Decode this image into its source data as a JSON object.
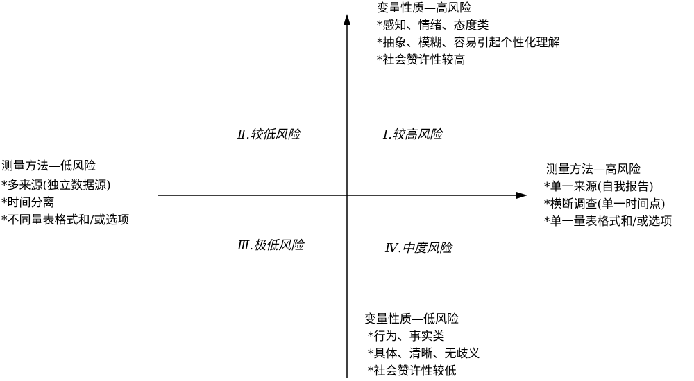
{
  "top": {
    "title": "变量性质—高风险",
    "items": [
      "*感知、情绪、态度类",
      "*抽象、模糊、容易引起个性化理解",
      "*社会赞许性较高"
    ]
  },
  "bottom": {
    "title": "变量性质—低风险",
    "items": [
      "*行为、事实类",
      "*具体、清晰、无歧义",
      "*社会赞许性较低"
    ]
  },
  "left": {
    "title": "测量方法—低风险",
    "items": [
      "*多来源(独立数据源)",
      "*时间分离",
      "*不同量表格式和/或选项"
    ]
  },
  "right": {
    "title": "测量方法—高风险",
    "items": [
      "*单一来源(自我报告)",
      "*横断调查(单一时间点)",
      "*单一量表格式和/或选项"
    ]
  },
  "quadrants": {
    "q1": "Ⅰ.较高风险",
    "q2": "Ⅱ.较低风险",
    "q3": "Ⅲ.极低风险",
    "q4": "Ⅳ.中度风险"
  }
}
